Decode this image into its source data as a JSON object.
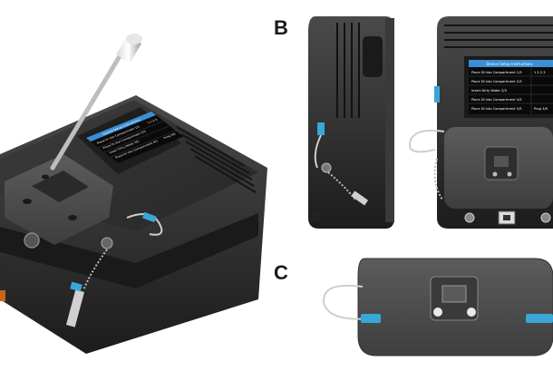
{
  "panels": {
    "b_label": "B",
    "c_label": "C"
  },
  "screen_iso": {
    "header": "Device Setup Instructions",
    "rows": [
      {
        "label": "Place DI into Compartment 1/3",
        "value": "1.1.2.3"
      },
      {
        "label": "Place DI into Compartment 2/3",
        "value": ""
      },
      {
        "label": "Insert Dirty Water 3/3",
        "value": ""
      },
      {
        "label": "Place DI into Compartment 4/5",
        "value": "Prog 3/6"
      }
    ]
  },
  "screen_front": {
    "header": "Device Setup Instructions",
    "rows": [
      {
        "label": "Place DI into Compartment 1/3",
        "value": "1.1.2.3"
      },
      {
        "label": "Place DI into Compartment 2/3",
        "value": ""
      },
      {
        "label": "Insert Dirty Water 3/3",
        "value": ""
      },
      {
        "label": "Place DI into Compartment 4/5",
        "value": ""
      },
      {
        "label": "Place DI into Compartment 5/5",
        "value": "Prog 3/6"
      }
    ]
  },
  "colors": {
    "body": "#2b2b2b",
    "body_light": "#4a4a4a",
    "screen_bg": "#0a0a0a",
    "screen_header": "#3a8fd6",
    "connector": "#39a6d8"
  }
}
